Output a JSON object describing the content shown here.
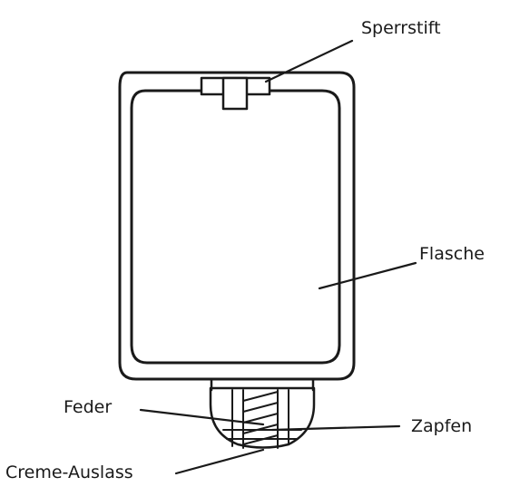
{
  "labels": {
    "sperrstift": "Sperrstift",
    "flasche": "Flasche",
    "feder": "Feder",
    "zapfen": "Zapfen",
    "creme_auslass": "Creme-Auslass"
  },
  "colors": {
    "line": "#1a1a1a",
    "background": "#ffffff"
  }
}
